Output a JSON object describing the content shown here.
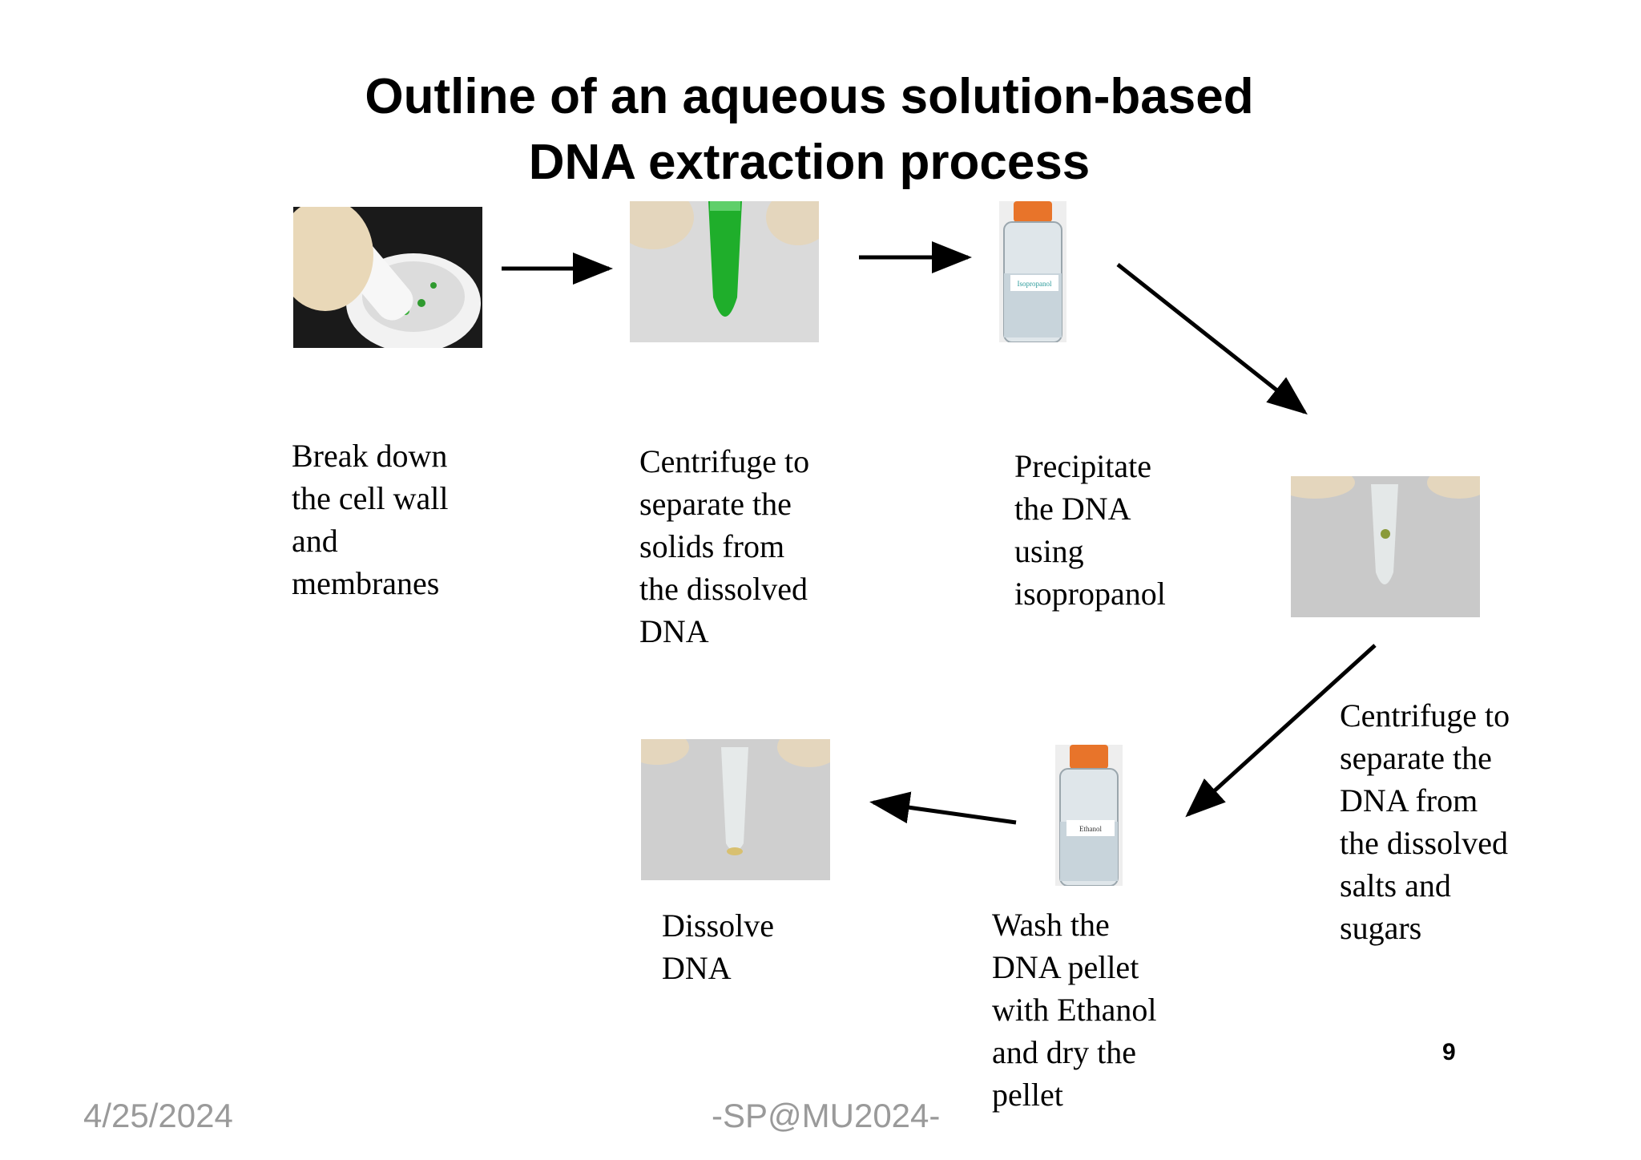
{
  "title": {
    "line1": "Outline of an aqueous solution-based",
    "line2": "DNA extraction process"
  },
  "steps": [
    {
      "text": "Break down\nthe cell wall\nand\nmembranes"
    },
    {
      "text": "Centrifuge to\nseparate the\nsolids from\nthe dissolved\nDNA"
    },
    {
      "text": "Precipitate\nthe DNA\nusing\nisopropanol"
    },
    {
      "text": "Centrifuge to\nseparate the\nDNA from\nthe dissolved\nsalts and\nsugars"
    },
    {
      "text": "Wash the\nDNA pellet\nwith Ethanol\nand dry the\npellet"
    },
    {
      "text": "Dissolve\nDNA"
    }
  ],
  "images": {
    "bottle1_label": "Isopropanol",
    "bottle2_label": "Ethanol"
  },
  "footer": {
    "date": "4/25/2024",
    "author": "-SP@MU2024-",
    "page": "9"
  },
  "colors": {
    "accent_orange": "#e8742a",
    "green_liquid": "#1fae2b",
    "footer_gray": "#9a9a9a"
  }
}
